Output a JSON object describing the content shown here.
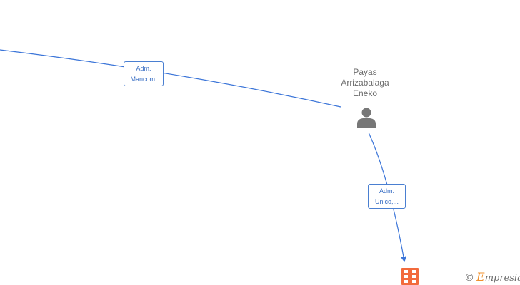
{
  "diagram": {
    "nodes": {
      "person": {
        "name_lines": [
          "Payas",
          "Arrizabalaga",
          "Eneko"
        ],
        "icon": "person-icon"
      },
      "company": {
        "icon": "building-icon",
        "color": "#f26a3c"
      }
    },
    "edges": [
      {
        "from": "offscreen-left",
        "to": "person",
        "label_lines": [
          "Adm.",
          "Mancom."
        ]
      },
      {
        "from": "person",
        "to": "company",
        "label_lines": [
          "Adm.",
          "Unico,..."
        ]
      }
    ],
    "colors": {
      "edge": "#3a74d8",
      "label_text": "#3a6fc4",
      "node_text": "#6b6b6b",
      "person_icon": "#777777"
    }
  },
  "watermark": {
    "copyright_symbol": "©",
    "brand_first": "E",
    "brand_rest": "mpresia"
  }
}
